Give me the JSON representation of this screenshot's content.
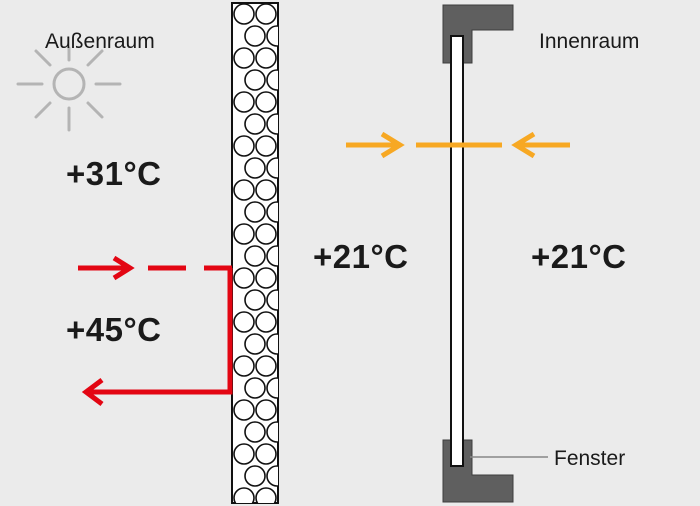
{
  "labels": {
    "outside": "Außenraum",
    "inside": "Innenraum",
    "window": "Fenster"
  },
  "temperatures": {
    "outside_air": "+31°C",
    "wall_surface_outside": "+45°C",
    "between": "+21°C",
    "inside": "+21°C"
  },
  "icons": {
    "sun": "sun-icon"
  },
  "colors": {
    "background": "#ebebeb",
    "heat_arrow": "#e30613",
    "inner_arrow": "#f7a823",
    "frame": "#5f5f5f",
    "sun_outline": "#b4b4b4"
  }
}
